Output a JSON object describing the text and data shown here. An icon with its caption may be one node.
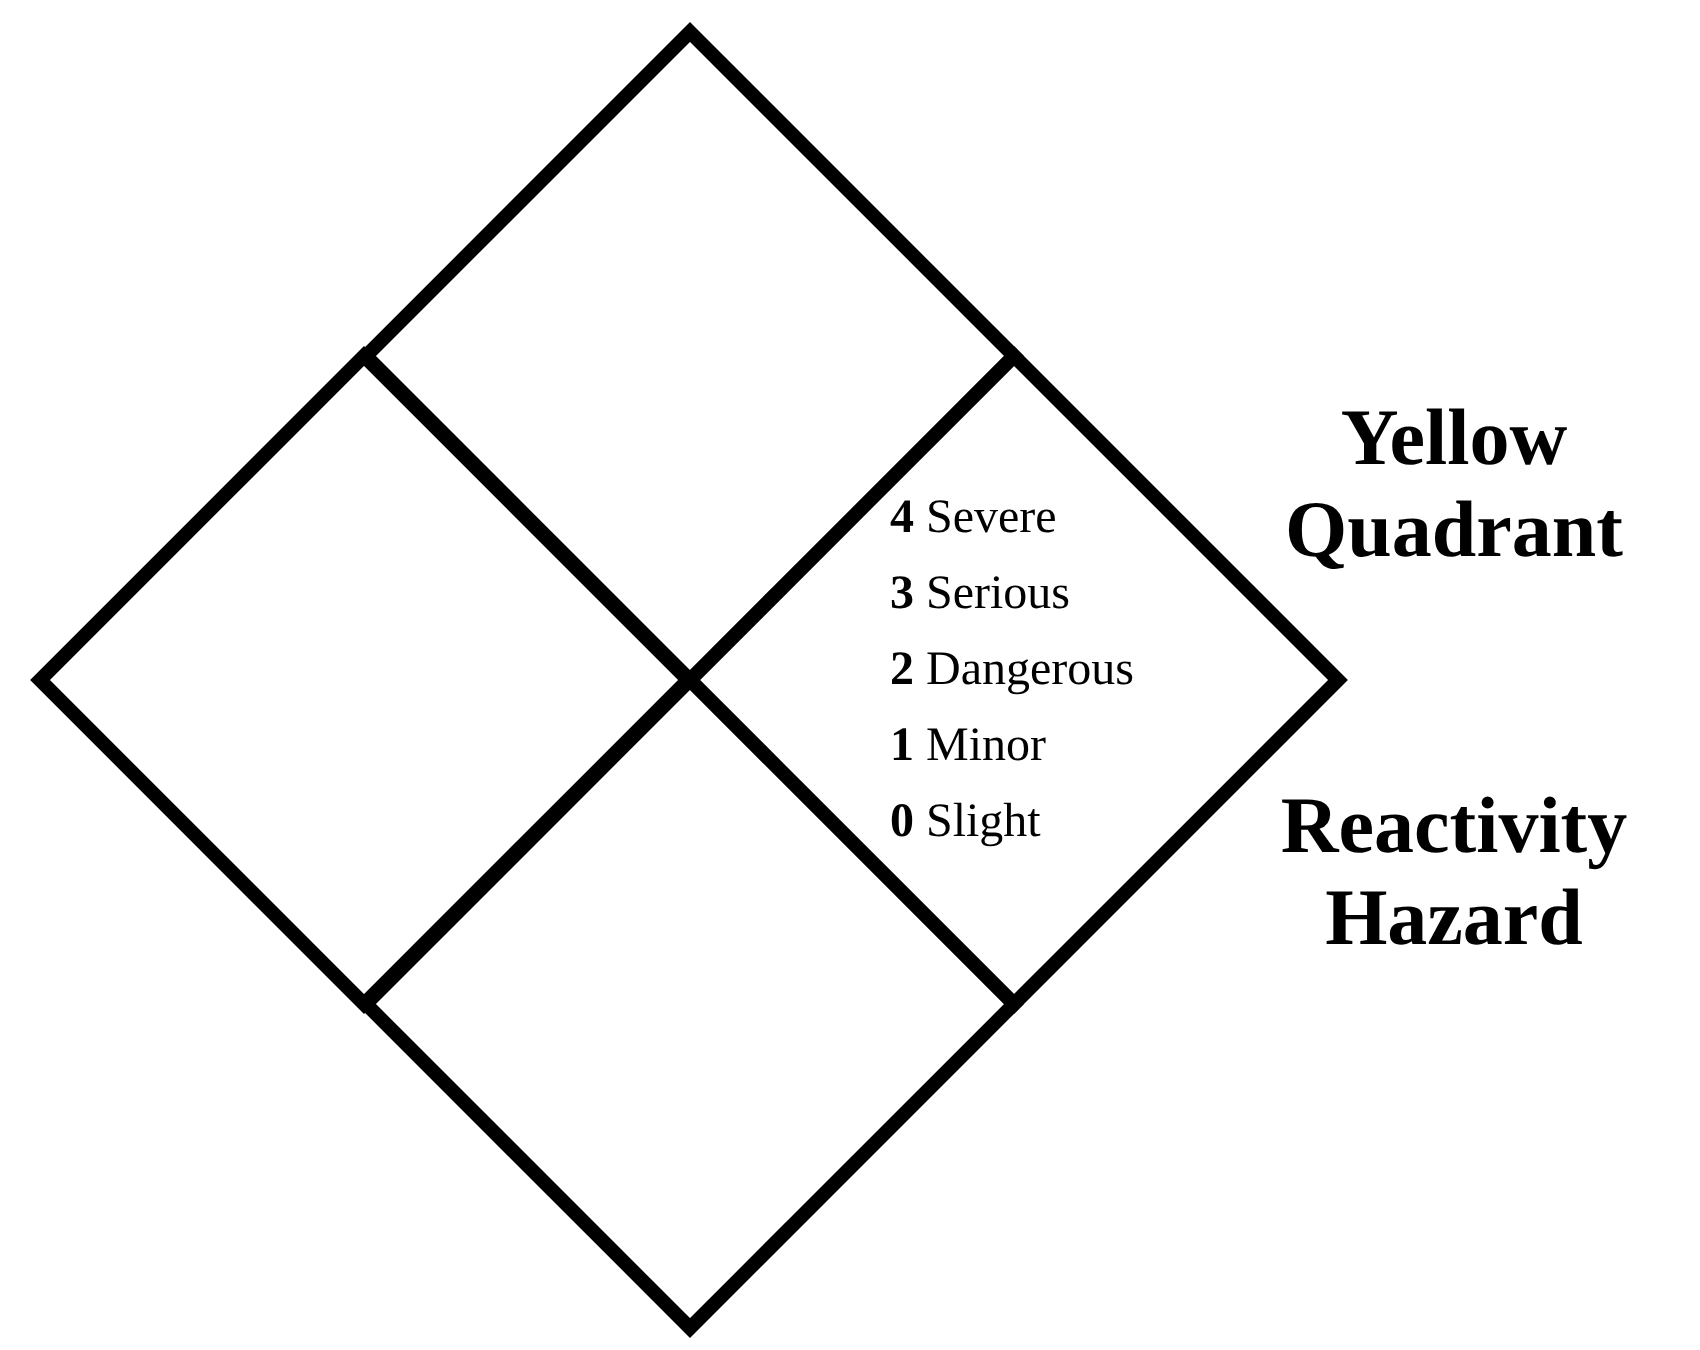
{
  "diagram": {
    "nodes": [
      {
        "text": [],
        "shape": "diamond"
      },
      {
        "text": [],
        "shape": "diamond"
      },
      {
        "text": [
          "**4** Severe",
          "**3** Serious",
          "**2** Dangerous",
          "**1** Minor",
          "**0** Slight"
        ]
      },
      {
        "text": [],
        "shape": "diamond"
      }
    ],
    "edges": [],
    "labels": [
      "Yellow Quadrant",
      "Reactivity Hazard"
    ]
  }
}
